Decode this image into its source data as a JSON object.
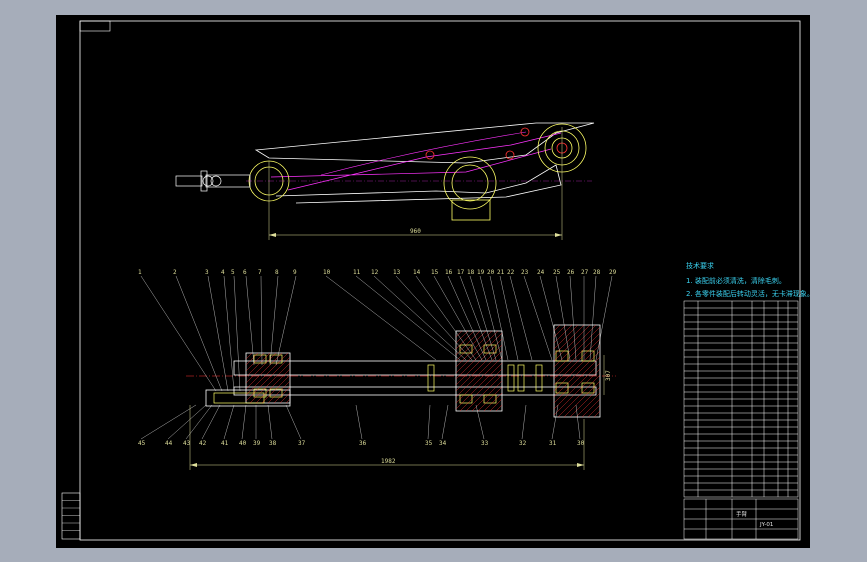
{
  "app": {
    "background": "#a6adba",
    "sheet_background": "#000000"
  },
  "colors": {
    "outline": "#ffffff",
    "part": "#ffff66",
    "centerline": "#ff33ff",
    "dimension": "#dede9a",
    "note": "#3ad1ef"
  },
  "top_view": {
    "dimension_label": "960"
  },
  "section_view": {
    "length_dimension": "1982",
    "height_dimension": "307",
    "callouts_top": [
      "1",
      "2",
      "3",
      "4",
      "5",
      "6",
      "7",
      "8",
      "9",
      "10",
      "11",
      "12",
      "13",
      "14",
      "15",
      "16",
      "17",
      "18",
      "19",
      "20",
      "21",
      "22",
      "23",
      "24",
      "25",
      "26",
      "27",
      "28",
      "29"
    ],
    "callouts_bottom": [
      "45",
      "44",
      "43",
      "42",
      "41",
      "40",
      "39",
      "38",
      "37",
      "36",
      "35",
      "34",
      "33",
      "32",
      "31",
      "30"
    ]
  },
  "tech_notes": {
    "title": "技术要求",
    "items": [
      "1. 装配前必须清洗，清除毛刺。",
      "2. 各零件装配后转动灵活，无卡滞现象。"
    ]
  },
  "title_block": {
    "drawing_name": "手臂",
    "code": "JY-01"
  }
}
